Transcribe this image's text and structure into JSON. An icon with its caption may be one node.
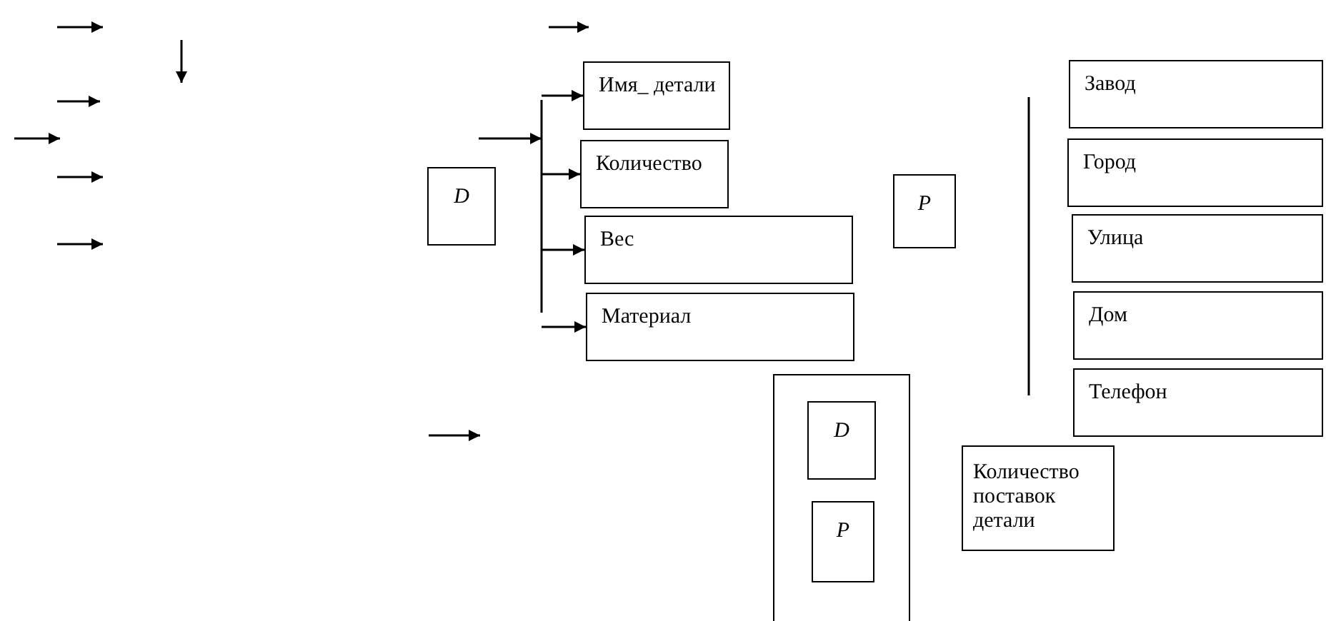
{
  "diagram": {
    "nodes": [
      {
        "text": [
          "D"
        ]
      },
      {
        "text": [
          "Имя_ детали"
        ]
      },
      {
        "text": [
          "Количество"
        ]
      },
      {
        "text": [
          "Вес"
        ]
      },
      {
        "text": [
          "Материал"
        ]
      },
      {
        "text": [
          "P"
        ]
      },
      {
        "text": [
          "Завод"
        ]
      },
      {
        "text": [
          "Город"
        ]
      },
      {
        "text": [
          "Улица"
        ]
      },
      {
        "text": [
          "Дом"
        ]
      },
      {
        "text": [
          "Телефон"
        ]
      },
      {
        "text": [],
        "shape": "box"
      },
      {
        "text": [
          "D"
        ],
        "in": 11
      },
      {
        "text": [
          "P"
        ],
        "in": 11
      },
      {
        "text": [
          "Количество поставок детали"
        ]
      }
    ],
    "edges": [
      {
        "from": null,
        "to": 1,
        "arrow": "to"
      },
      {
        "from": null,
        "to": 2,
        "arrow": "to"
      },
      {
        "from": null,
        "to": 3,
        "arrow": "to"
      },
      {
        "from": null,
        "to": 4,
        "arrow": "to"
      }
    ]
  }
}
